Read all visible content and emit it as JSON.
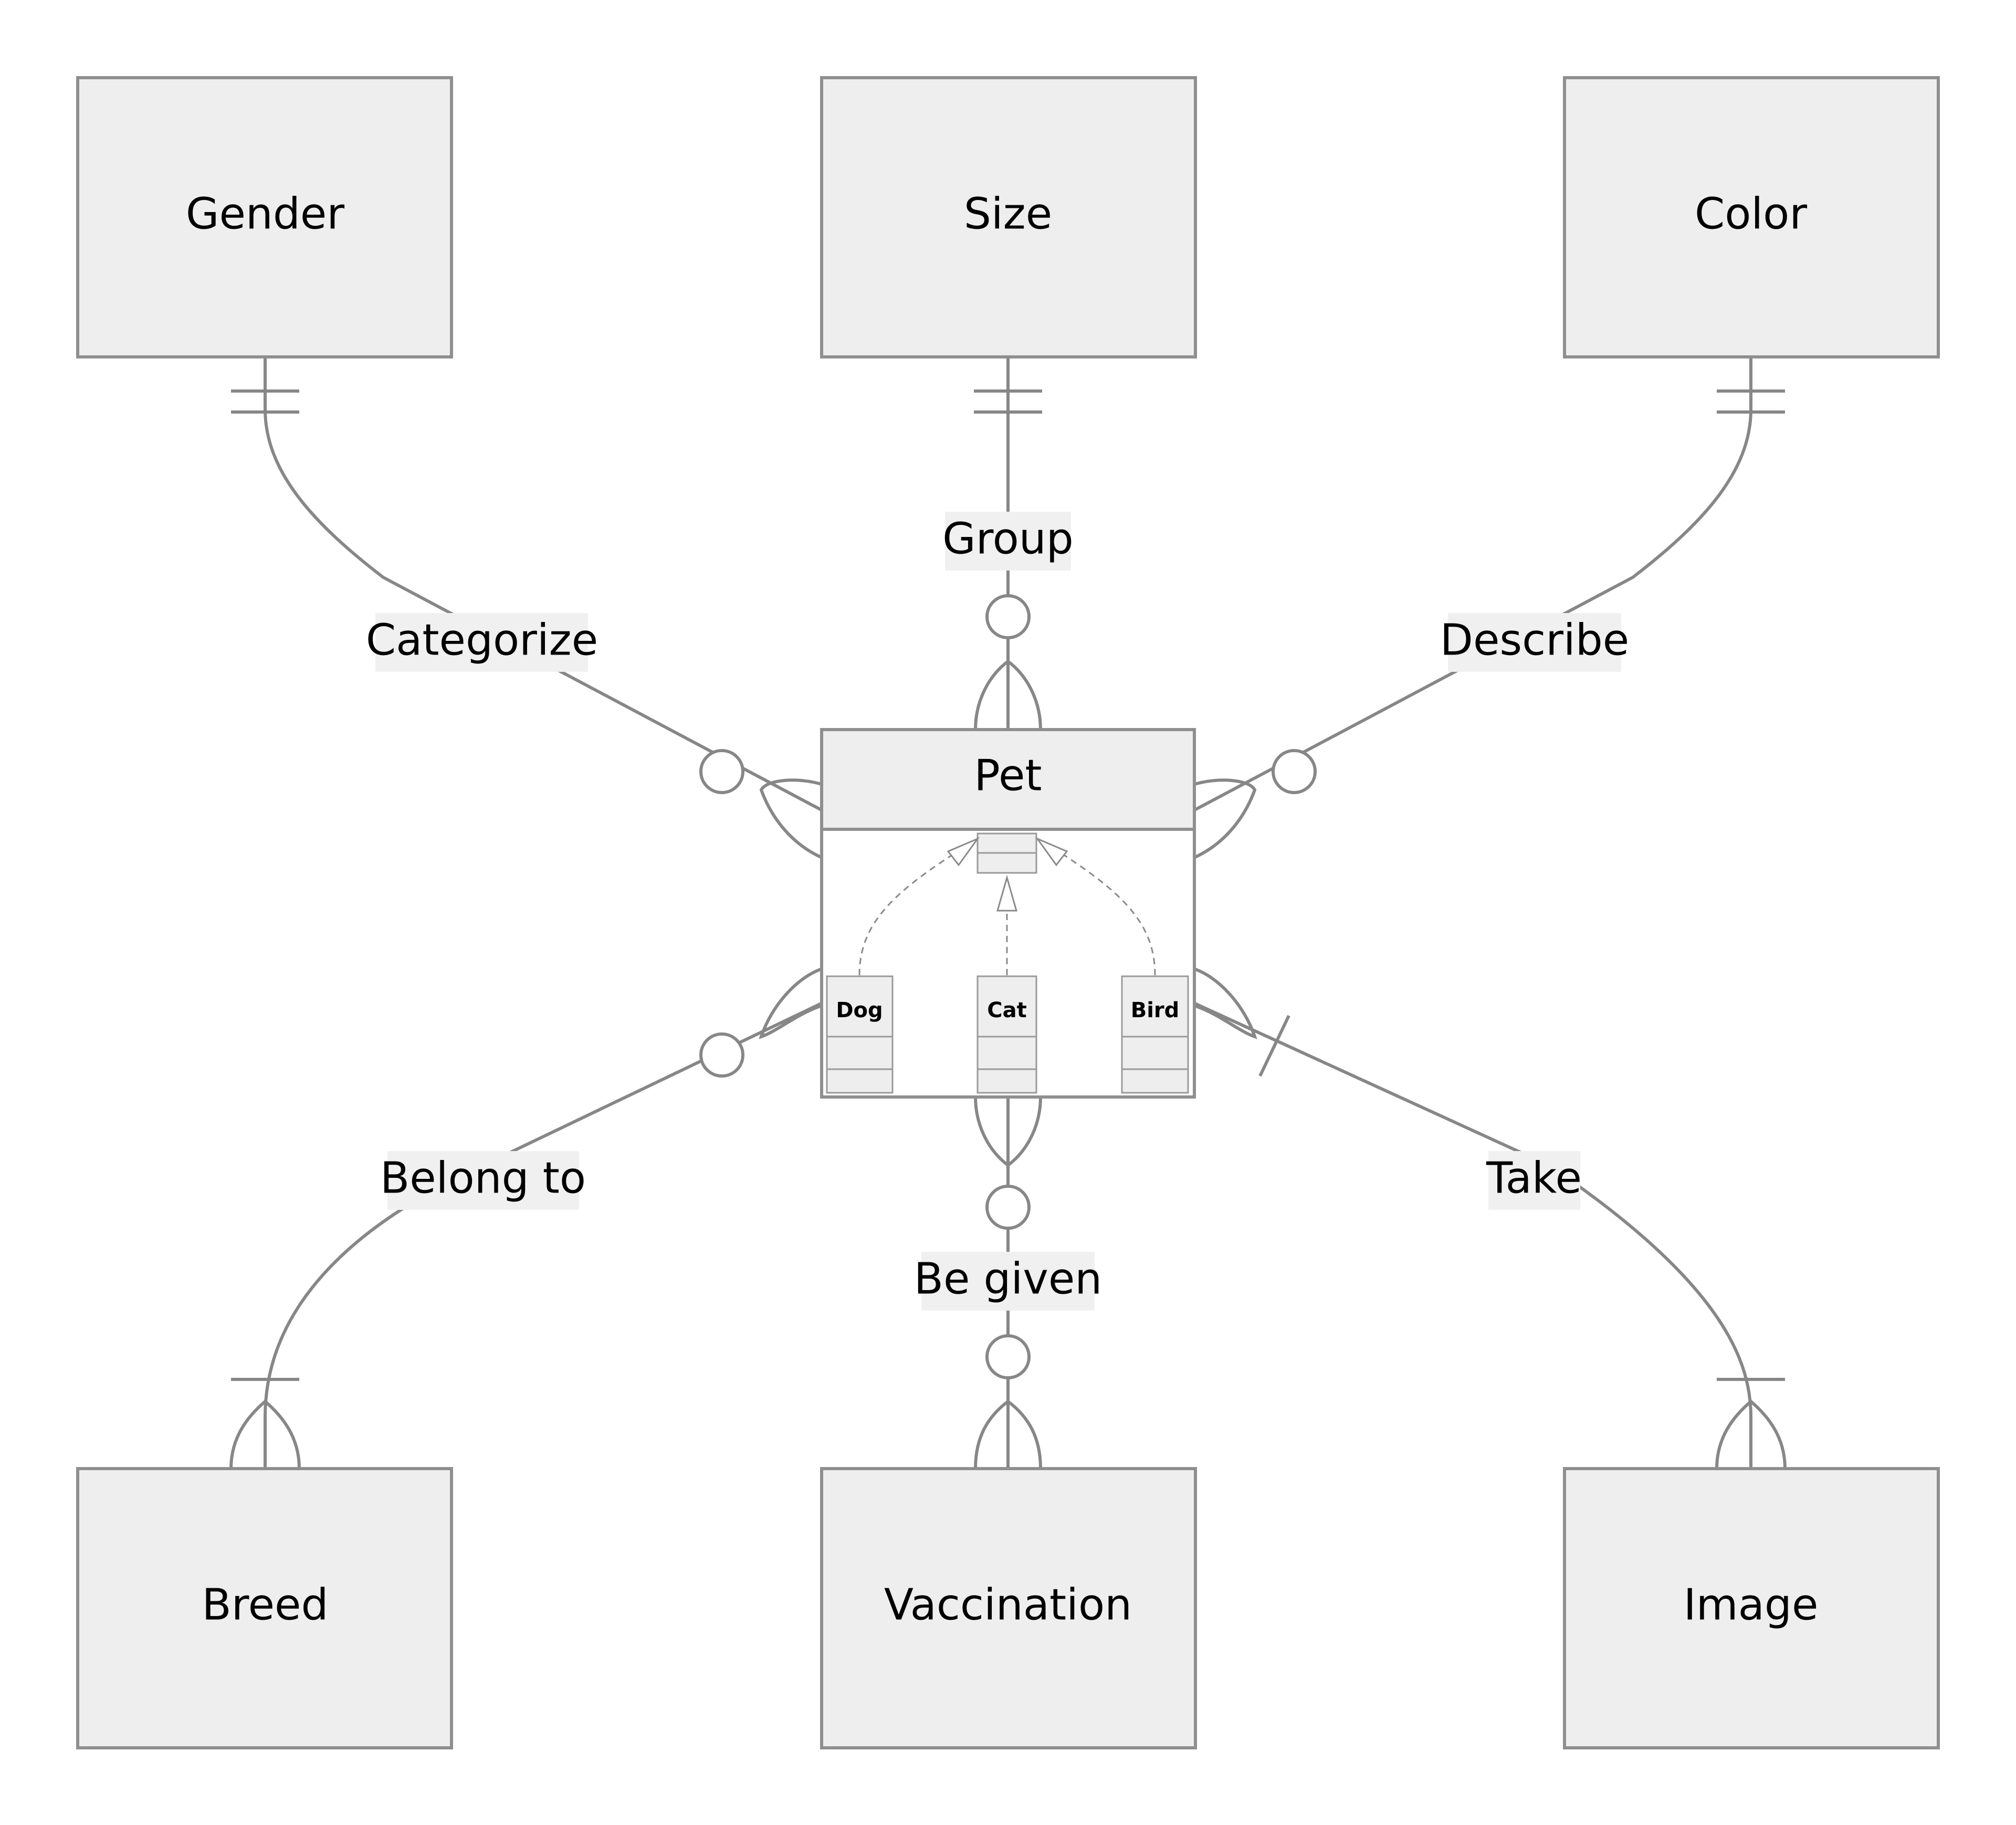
{
  "entities": {
    "gender": "Gender",
    "size": "Size",
    "color": "Color",
    "pet": "Pet",
    "breed": "Breed",
    "vaccination": "Vaccination",
    "image": "Image"
  },
  "subtypes": {
    "dog": "Dog",
    "cat": "Cat",
    "bird": "Bird"
  },
  "relationships": {
    "categorize": "Categorize",
    "group": "Group",
    "describe": "Describe",
    "belong_to": "Belong to",
    "be_given": "Be given",
    "take": "Take"
  },
  "colors": {
    "entity_fill": "#eeeeee",
    "line": "#878787",
    "label_background": "#f0f0f0"
  }
}
